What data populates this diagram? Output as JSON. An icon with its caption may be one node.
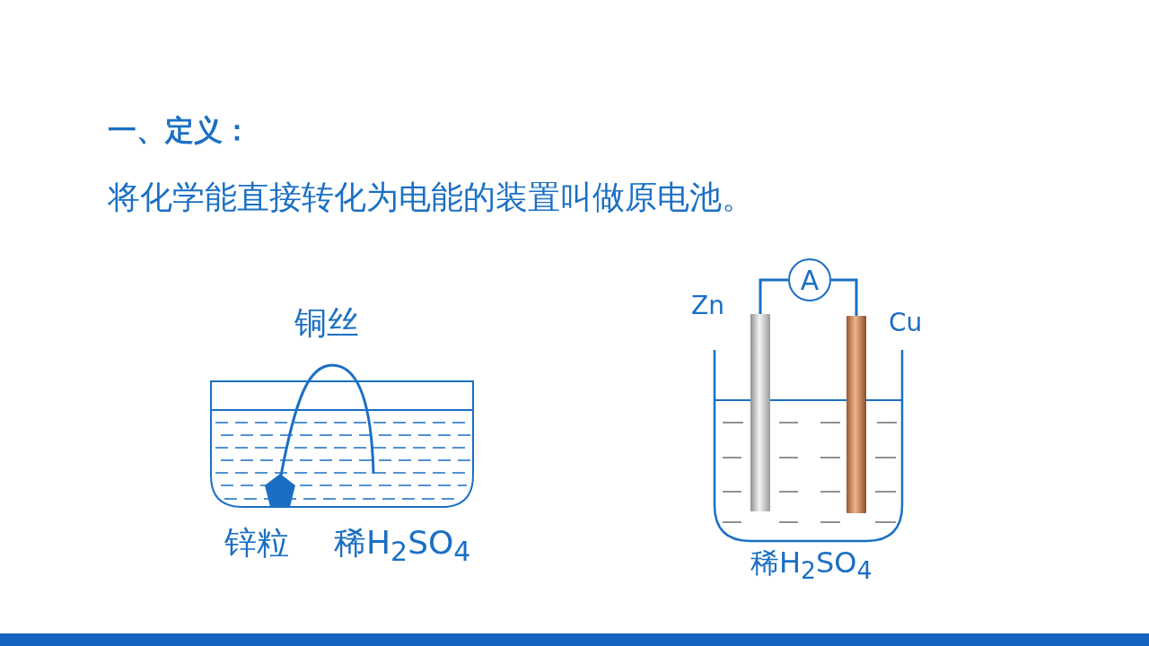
{
  "diagram": {
    "title": "一、定义：",
    "nodes": [
      {
        "text": [
          "A"
        ]
      },
      {
        "text": [],
        "shape": "bar"
      },
      {
        "text": [],
        "shape": "bar"
      }
    ],
    "edges": [
      {
        "from": 0,
        "to": 1,
        "arrow": "none"
      },
      {
        "from": 0,
        "to": 2,
        "arrow": "none"
      }
    ],
    "labels": [
      "将化学能直接转化为电能的装置叫做原电池。",
      "铜丝",
      "锌粒",
      "稀H$_{2}$SO$_{4}$",
      "Zn",
      "Cu",
      "稀H$_{2}$SO$_{4}$"
    ]
  }
}
